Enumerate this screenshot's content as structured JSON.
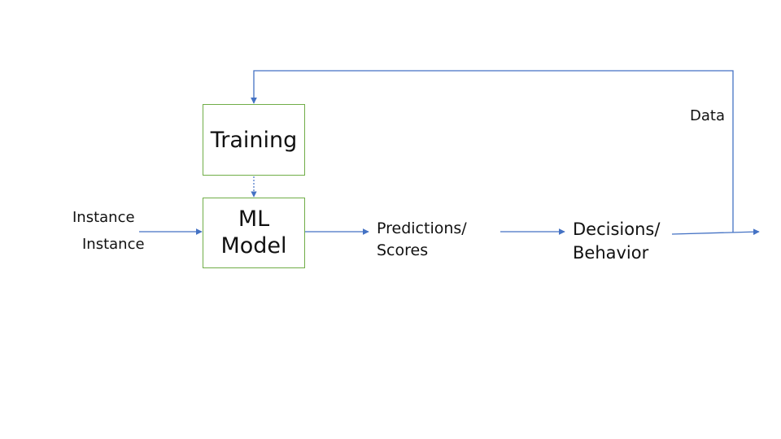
{
  "diagram": {
    "training_box": {
      "label": "Training"
    },
    "model_box": {
      "line1": "ML",
      "line2": "Model"
    },
    "inputs": {
      "label1": "Instance",
      "label2": "Instance"
    },
    "predictions": {
      "line1": "Predictions/",
      "line2": "Scores"
    },
    "decisions": {
      "line1": "Decisions/",
      "line2": "Behavior"
    },
    "feedback": {
      "label": "Data"
    },
    "colors": {
      "box_border": "#70ad47",
      "arrow": "#4472c4",
      "text": "#111111"
    }
  }
}
